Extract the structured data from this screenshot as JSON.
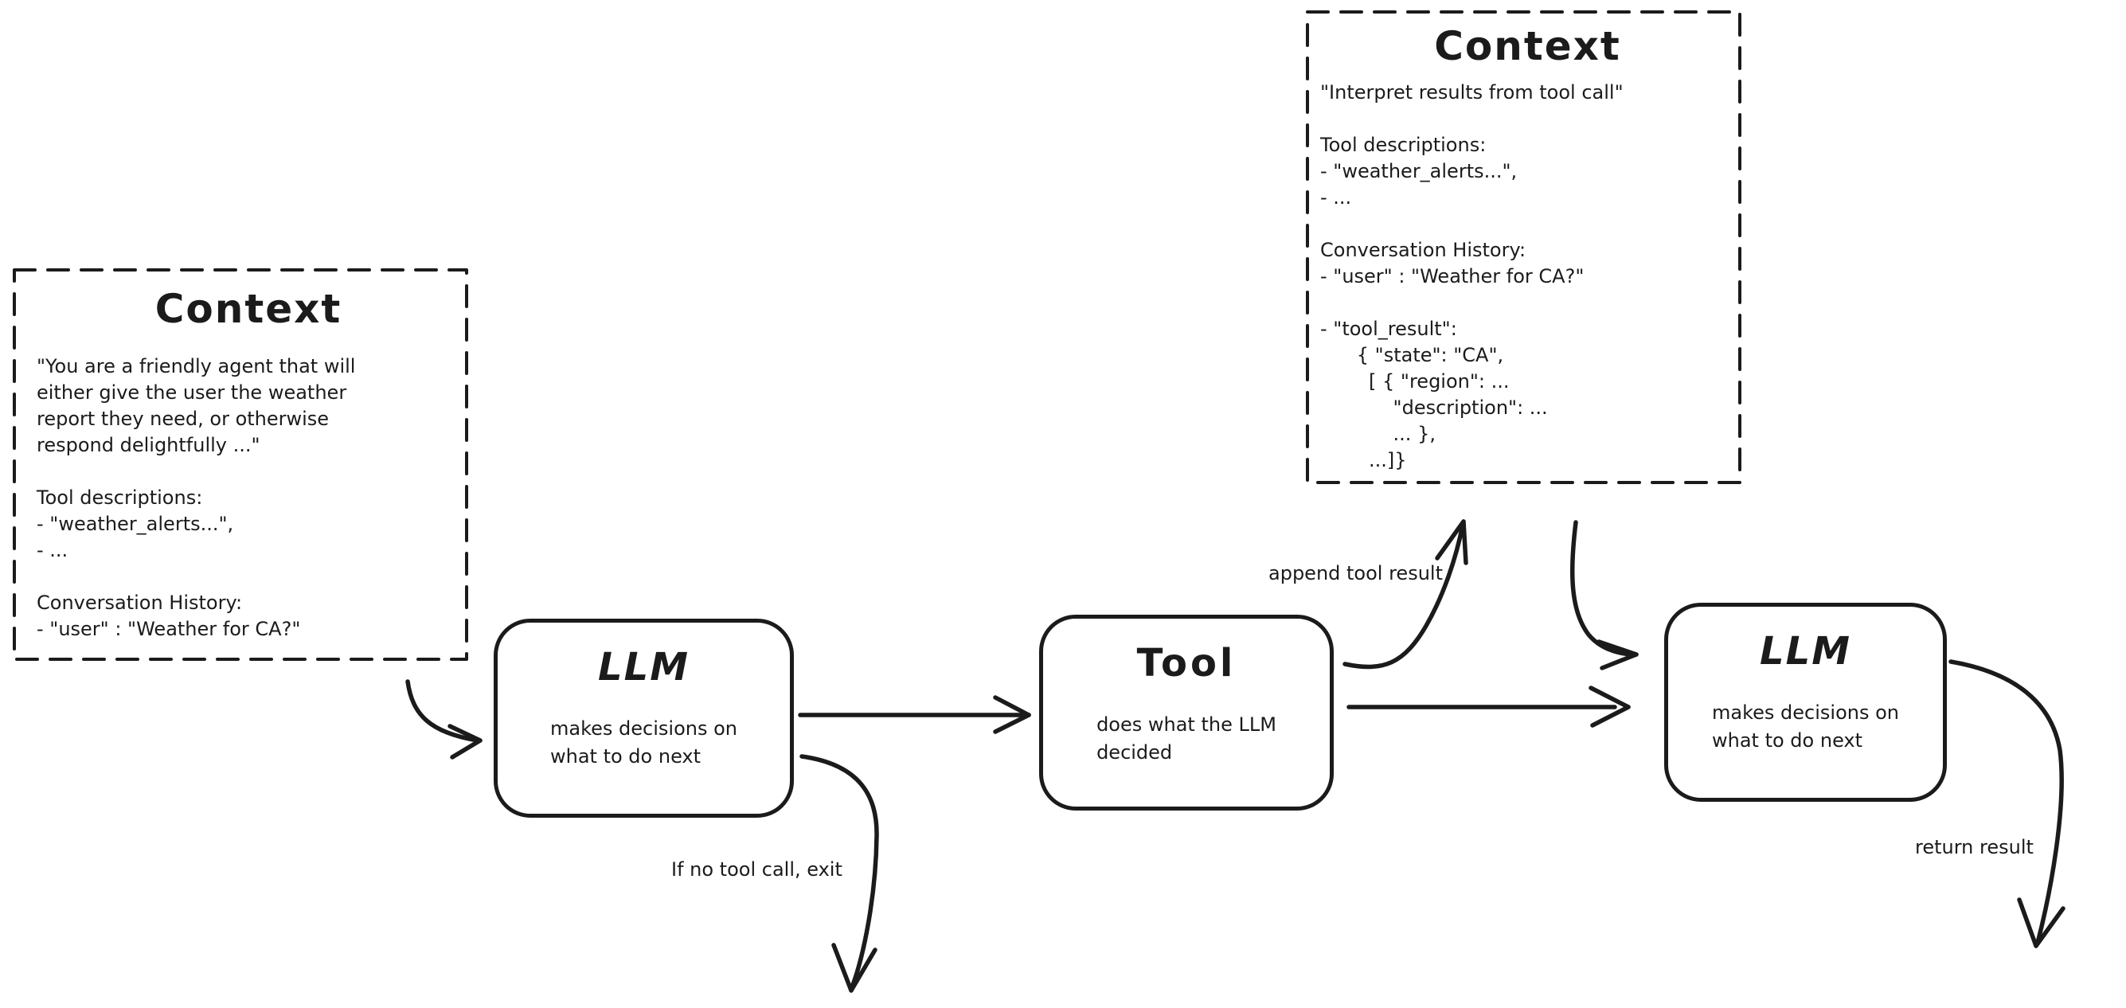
{
  "colors": {
    "ink": "#1b1b1b",
    "background": "#ffffff"
  },
  "context_left": {
    "title": "Context",
    "body": "\"You are a friendly agent that will\neither give the user the weather\nreport they need, or otherwise\nrespond delightfully ...\"\n\nTool descriptions:\n- \"weather_alerts...\",\n- ...\n\nConversation History:\n- \"user\" : \"Weather for CA?\""
  },
  "context_top": {
    "title": "Context",
    "body": "\"Interpret results from tool call\"\n\nTool descriptions:\n- \"weather_alerts...\",\n- ...\n\nConversation History:\n- \"user\" : \"Weather for CA?\"\n\n- \"tool_result\":\n      { \"state\": \"CA\",\n        [ { \"region\": ...\n            \"description\": ...\n            ... },\n        ...]}"
  },
  "nodes": {
    "llm1": {
      "title": "LLM",
      "subtitle": "makes decisions on\nwhat to do next"
    },
    "tool": {
      "title": "Tool",
      "subtitle": "does what the LLM\ndecided"
    },
    "llm2": {
      "title": "LLM",
      "subtitle": "makes decisions on\nwhat to do next"
    }
  },
  "labels": {
    "append_tool_result": "append tool result",
    "if_no_tool_call": "If no tool call, exit",
    "return_result": "return result"
  }
}
